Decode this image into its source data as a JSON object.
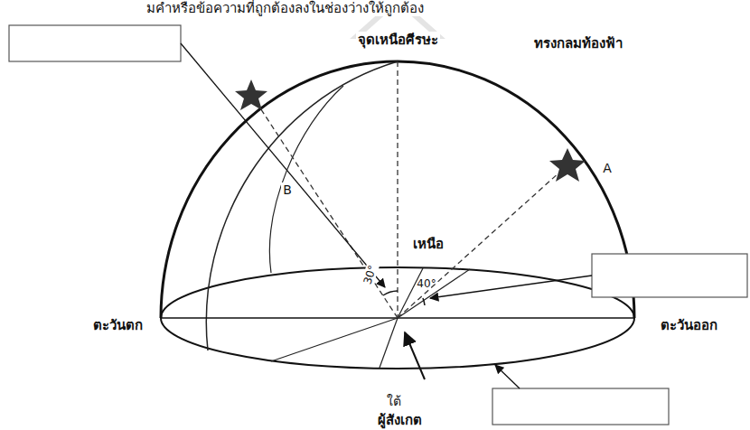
{
  "diagram": {
    "labels": [
      "มคำหรือข้อความที่ถูกต้องลงในช่องว่างให้ถูกต้อง",
      "จุดเหนือศีรษะ",
      "ทรงกลมท้องฟ้า",
      "B",
      "A",
      "เหนือ",
      "30°",
      "40°",
      "ตะวันตก",
      "ตะวันออก",
      "ใต้",
      "ผู้สังเกต"
    ]
  }
}
